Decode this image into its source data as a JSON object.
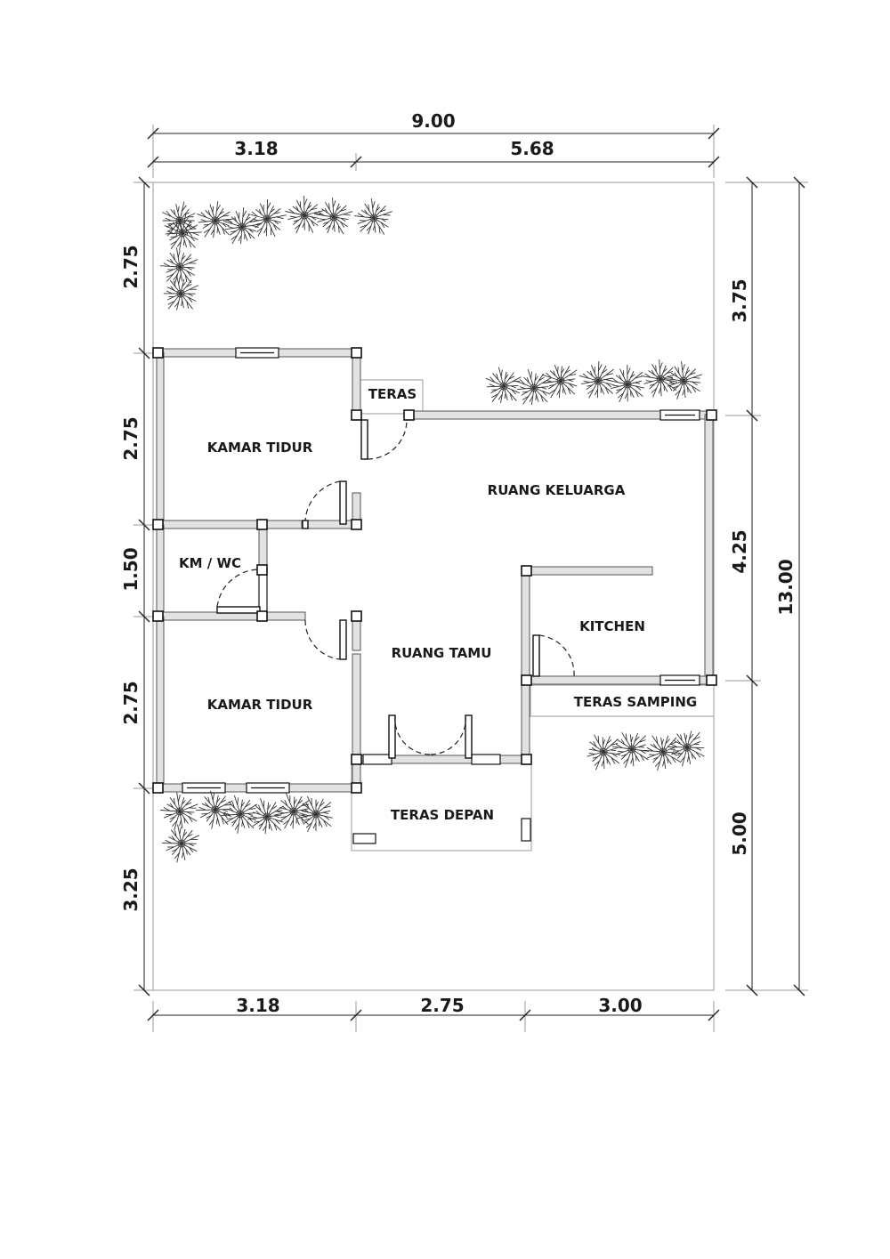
{
  "dimensions": {
    "top_total": "9.00",
    "top_left": "3.18",
    "top_right": "5.68",
    "bottom_left": "3.18",
    "bottom_mid": "2.75",
    "bottom_right": "3.00",
    "left_1": "2.75",
    "left_2": "2.75",
    "left_3": "1.50",
    "left_4": "2.75",
    "left_5": "3.25",
    "right_1": "3.75",
    "right_2": "4.25",
    "right_3": "5.00",
    "right_total": "13.00"
  },
  "rooms": {
    "teras": "TERAS",
    "kamar_tidur_top": "KAMAR TIDUR",
    "ruang_keluarga": "RUANG KELUARGA",
    "km_wc": "KM / WC",
    "kitchen": "KITCHEN",
    "ruang_tamu": "RUANG TAMU",
    "kamar_tidur_bottom": "KAMAR TIDUR",
    "teras_samping": "TERAS SAMPING",
    "teras_depan": "TERAS DEPAN"
  }
}
